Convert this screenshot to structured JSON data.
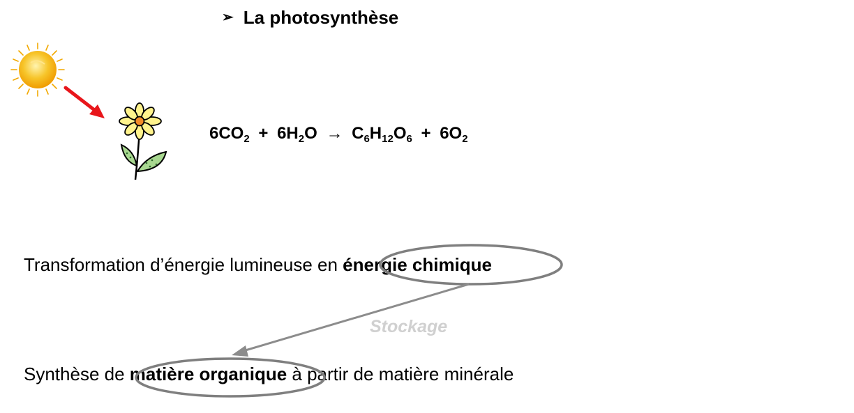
{
  "title": {
    "bullet": "➢",
    "text": "La photosynthèse"
  },
  "equation": {
    "reactant1_coef": "6CO",
    "reactant1_sub": "2",
    "plus1": "+",
    "reactant2_coef": "6H",
    "reactant2_sub": "2",
    "reactant2_tail": "O",
    "arrow": "→",
    "product1_a": "C",
    "product1_a_sub": "6",
    "product1_b": "H",
    "product1_b_sub": "12",
    "product1_c": "O",
    "product1_c_sub": "6",
    "plus2": "+",
    "product2_coef": "6O",
    "product2_sub": "2"
  },
  "line1": {
    "prefix": "Transformation d’énergie lumineuse en ",
    "highlight": "énergie chimique"
  },
  "connector_label": "Stockage",
  "line2": {
    "prefix": "Synthèse de ",
    "highlight": "matière organique",
    "suffix": " à partir de matière minérale"
  },
  "icons": {
    "sun": "sun-icon",
    "flower": "flower-icon",
    "arrow": "red-arrow-icon"
  },
  "colors": {
    "sun_center": "#f7c52a",
    "sun_rays": "#f2a900",
    "arrow_red": "#e8161b",
    "ellipse_gray": "#7f7f7f",
    "stockage_gray": "#d0d0d0",
    "petal_fill": "#fff38c",
    "leaf_fill": "#a8d890"
  }
}
